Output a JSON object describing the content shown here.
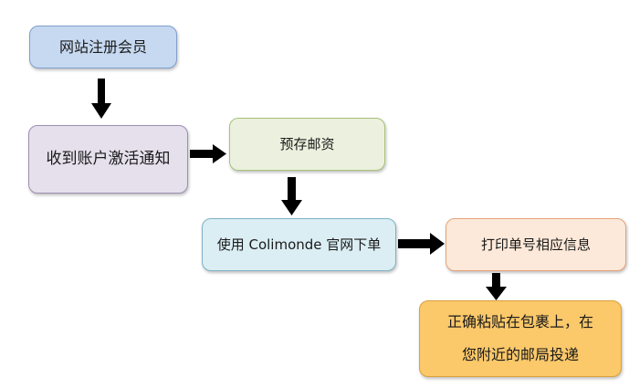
{
  "diagram": {
    "nodes": {
      "register": "网站注册会员",
      "activate": "收到账户激活通知",
      "prepay": "预存邮资",
      "order": "使用  Colimonde 官网下单",
      "print": "打印单号相应信息",
      "deliver": "正确粘贴在包裹上，在\n您附近的邮局投递"
    },
    "edges": [
      {
        "from": "register",
        "to": "activate"
      },
      {
        "from": "activate",
        "to": "prepay"
      },
      {
        "from": "prepay",
        "to": "order"
      },
      {
        "from": "order",
        "to": "print"
      },
      {
        "from": "print",
        "to": "deliver"
      }
    ],
    "colors": {
      "register": "#c6d9f1",
      "activate": "#e6e0ec",
      "prepay": "#ebf1de",
      "order": "#dbeef4",
      "print": "#fde9d9",
      "deliver": "#fbc86a",
      "arrow": "#000000"
    }
  }
}
